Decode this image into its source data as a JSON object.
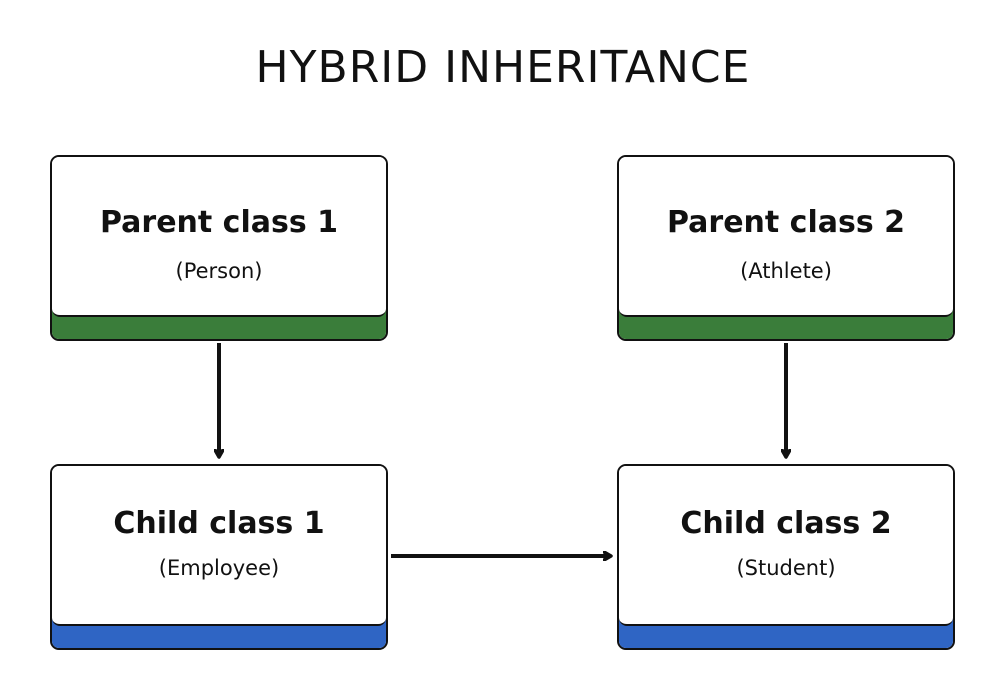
{
  "title": "HYBRID INHERITANCE",
  "colors": {
    "parent_accent": "#3a7d3a",
    "child_accent": "#2f65c4",
    "border": "#111111"
  },
  "nodes": {
    "parent1": {
      "name": "Parent class 1",
      "sub": "(Person)"
    },
    "parent2": {
      "name": "Parent class 2",
      "sub": "(Athlete)"
    },
    "child1": {
      "name": "Child class 1",
      "sub": "(Employee)"
    },
    "child2": {
      "name": "Child class 2",
      "sub": "(Student)"
    }
  },
  "edges": [
    {
      "from": "parent1",
      "to": "child1"
    },
    {
      "from": "parent2",
      "to": "child2"
    },
    {
      "from": "child1",
      "to": "child2"
    }
  ]
}
